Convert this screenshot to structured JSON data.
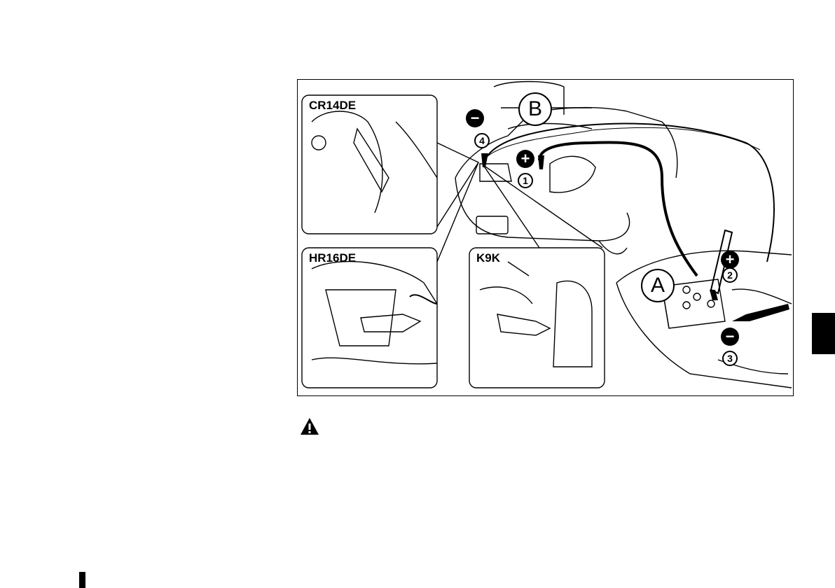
{
  "figure": {
    "panels": [
      {
        "id": "cr14de",
        "label": "CR14DE"
      },
      {
        "id": "hr16de",
        "label": "HR16DE"
      },
      {
        "id": "k9k",
        "label": "K9K"
      }
    ],
    "cars": {
      "booster": "A",
      "discharged": "B"
    },
    "connections": [
      {
        "step": "1",
        "sign": "+"
      },
      {
        "step": "2",
        "sign": "+"
      },
      {
        "step": "3",
        "sign": "−"
      },
      {
        "step": "4",
        "sign": "−"
      }
    ]
  },
  "icons": {
    "warning": "warning-triangle-icon"
  },
  "colors": {
    "ink": "#000000",
    "paper": "#ffffff"
  }
}
